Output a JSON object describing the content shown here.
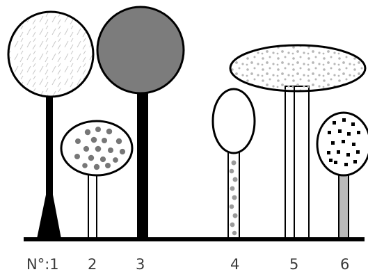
{
  "trees": [
    {
      "number_label": "N°:1",
      "crown_pattern": "dashed-stripes",
      "trunk_style": "solid-flared"
    },
    {
      "number_label": "2",
      "crown_pattern": "dark-dots",
      "trunk_style": "hollow-thin"
    },
    {
      "number_label": "3",
      "crown_pattern": "solid-gray",
      "trunk_style": "solid"
    },
    {
      "number_label": "4",
      "crown_pattern": "plain",
      "trunk_style": "dotted"
    },
    {
      "number_label": "5",
      "crown_pattern": "light-dots",
      "trunk_style": "hollow-wide"
    },
    {
      "number_label": "6",
      "crown_pattern": "black-squares",
      "trunk_style": "gray-fill"
    }
  ],
  "colors": {
    "outline": "#000000",
    "crown_gray": "#7c7c7c",
    "dot_gray": "#b8b8b8",
    "trunk_gray": "#bbbbbb",
    "label": "#3a3a3a"
  }
}
